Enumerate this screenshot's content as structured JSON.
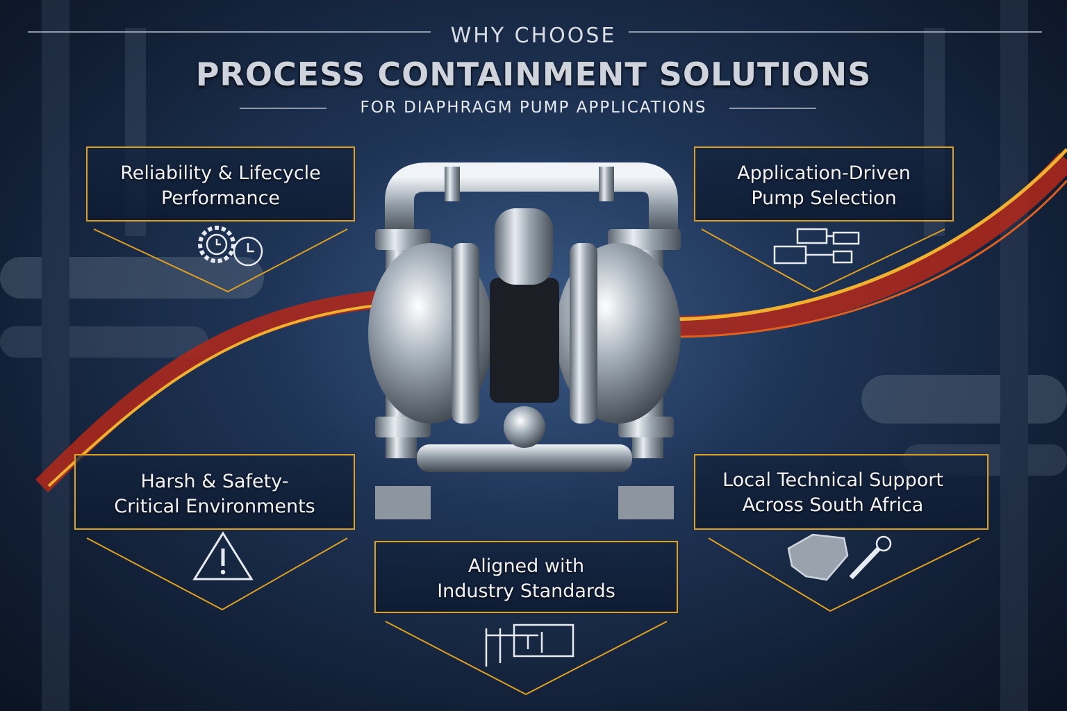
{
  "header": {
    "kicker": "WHY CHOOSE",
    "title": "PROCESS CONTAINMENT SOLUTIONS",
    "subtitle": "FOR DIAPHRAGM PUMP APPLICATIONS"
  },
  "panels": [
    {
      "line1": "Reliability & Lifecycle",
      "line2": "Performance",
      "icon": "gear-clock-icon"
    },
    {
      "line1": "Application-Driven",
      "line2": "Pump Selection",
      "icon": "flow-diagram-icon"
    },
    {
      "line1": "Harsh & Safety-",
      "line2": "Critical Environments",
      "icon": "warning-icon"
    },
    {
      "line1": "Local Technical Support",
      "line2": "Across South Africa",
      "icon": "map-wrench-icon"
    },
    {
      "line1": "Aligned with",
      "line2": "Industry Standards",
      "icon": "caliper-icon"
    }
  ],
  "colors": {
    "accent": "#e0a020",
    "swoosh_red": "#c0301a",
    "swoosh_gold": "#f0b030",
    "background": "#1a2c48"
  }
}
